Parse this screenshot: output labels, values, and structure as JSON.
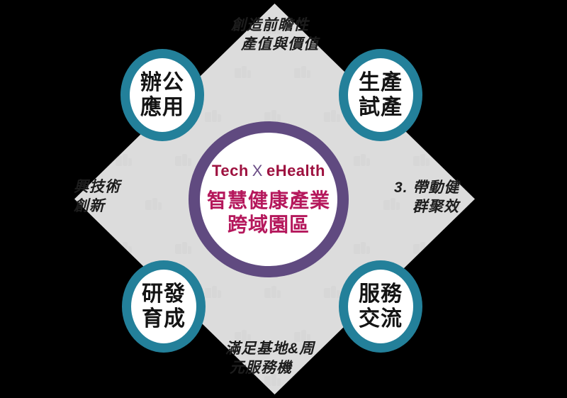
{
  "theme": {
    "background": "#000000",
    "diamond_fill": "#dcdcdc",
    "node_ring": "#23809a",
    "hub_ring": "#604a80",
    "hub_tagline_color": "#9e1240",
    "hub_title_color": "#b5185c",
    "caption_color": "#1d1d1d"
  },
  "hub": {
    "tagline_left": "Tech",
    "tagline_x": "X",
    "tagline_right": "eHealth",
    "title_line1": "智慧健康產業",
    "title_line2": "跨域園區"
  },
  "nodes": [
    {
      "position": "top-left",
      "line1": "辦公",
      "line2": "應用"
    },
    {
      "position": "top-right",
      "line1": "生產",
      "line2": "試產"
    },
    {
      "position": "bottom-left",
      "line1": "研發",
      "line2": "育成"
    },
    {
      "position": "bottom-right",
      "line1": "服務",
      "line2": "交流"
    }
  ],
  "captions": {
    "top": {
      "line1": "創造前瞻性",
      "line2": "產值與價值"
    },
    "left": {
      "line1": "興技術",
      "line2": "創新"
    },
    "right": {
      "line1": "3. 帶動健",
      "line2": "群聚效"
    },
    "bottom": {
      "line1": "滿足基地&周",
      "line2": "元服務機"
    }
  }
}
